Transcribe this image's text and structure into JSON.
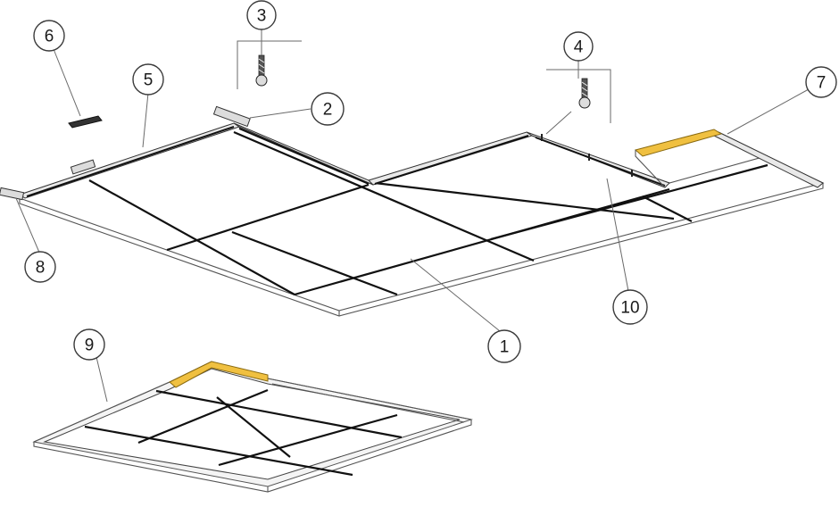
{
  "diagram": {
    "accent_color": "#f0c040",
    "callouts": [
      {
        "id": "1",
        "label": "1"
      },
      {
        "id": "2",
        "label": "2"
      },
      {
        "id": "3",
        "label": "3"
      },
      {
        "id": "4",
        "label": "4"
      },
      {
        "id": "5",
        "label": "5"
      },
      {
        "id": "6",
        "label": "6"
      },
      {
        "id": "7",
        "label": "7"
      },
      {
        "id": "8",
        "label": "8"
      },
      {
        "id": "9",
        "label": "9"
      },
      {
        "id": "10",
        "label": "10"
      }
    ]
  }
}
